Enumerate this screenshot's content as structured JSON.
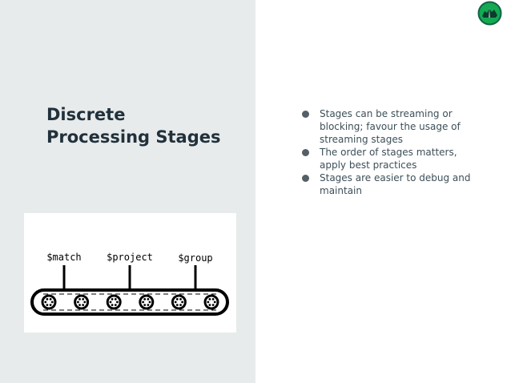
{
  "slide": {
    "title_lines": [
      "Discrete",
      "Processing Stages"
    ],
    "bullets": [
      "Stages can be streaming or blocking; favour the usage of streaming stages",
      "The order of stages matters, apply best practices",
      "Stages are easier to debug and maintain"
    ],
    "diagram": {
      "stages": [
        "$match",
        "$project",
        "$group"
      ],
      "roller_count": 6
    },
    "colors": {
      "left_bg": "#e8ebeb",
      "title": "#21313c",
      "text": "#3d4f58",
      "bullet": "#555f66",
      "logo_green": "#13aa52",
      "logo_dark": "#116149",
      "ink": "#000000"
    },
    "logo_icon": "mongodb-leaf-logo-icon"
  }
}
